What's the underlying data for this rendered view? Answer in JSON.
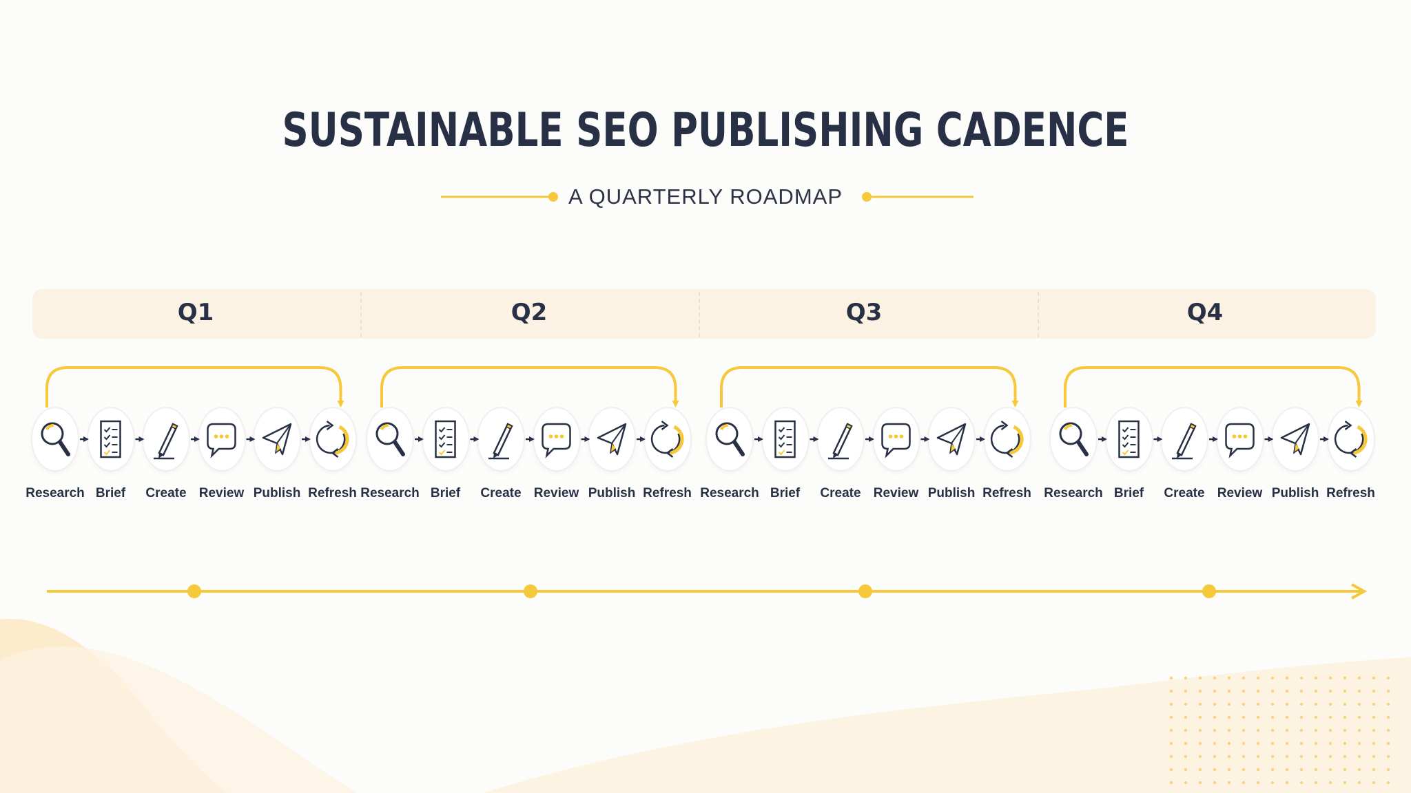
{
  "title": "SUSTAINABLE SEO PUBLISHING CADENCE",
  "subtitle": "A QUARTERLY ROADMAP",
  "colors": {
    "accent": "#f5c93a",
    "text": "#283046",
    "band": "#fcf2e4",
    "wave": "#fdf0d8"
  },
  "quarters": [
    {
      "label": "Q1"
    },
    {
      "label": "Q2"
    },
    {
      "label": "Q3"
    },
    {
      "label": "Q4"
    }
  ],
  "steps": [
    {
      "label": "Research",
      "icon": "magnifier-icon"
    },
    {
      "label": "Brief",
      "icon": "checklist-icon"
    },
    {
      "label": "Create",
      "icon": "pencil-icon"
    },
    {
      "label": "Review",
      "icon": "chat-bubble-icon"
    },
    {
      "label": "Publish",
      "icon": "paper-plane-icon"
    },
    {
      "label": "Refresh",
      "icon": "refresh-icon"
    }
  ]
}
